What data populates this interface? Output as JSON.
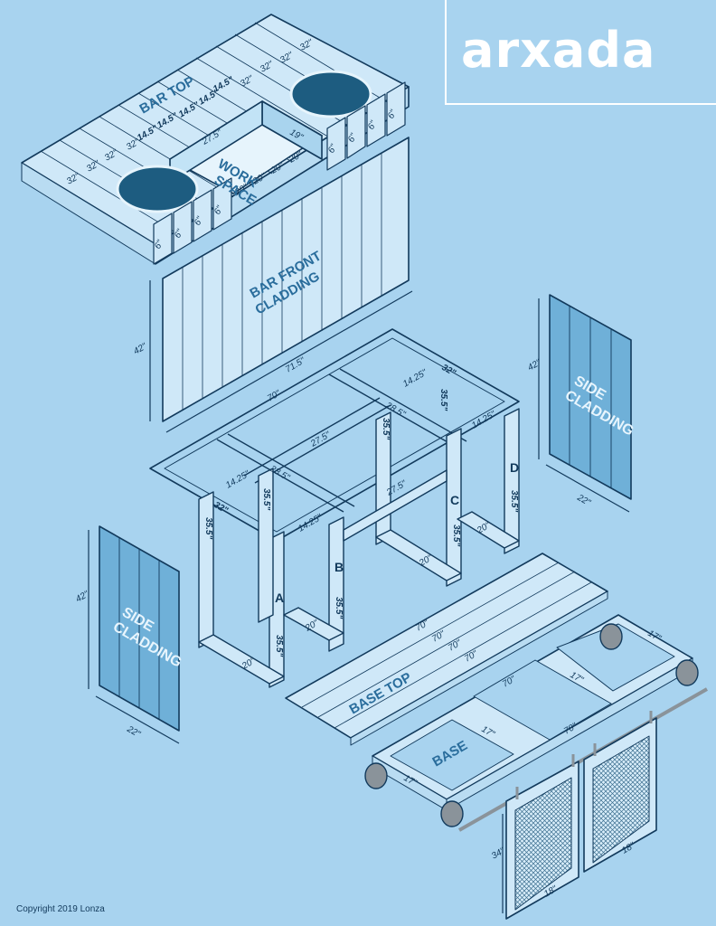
{
  "brand": {
    "logo_text": "arxada"
  },
  "copyright": "Copyright 2019 Lonza",
  "colors": {
    "background": "#a8d3ef",
    "panel": "#cfe8f8",
    "line": "#123a5c",
    "hole": "#1d5c80",
    "wheel": "#8a939a"
  },
  "parts": {
    "bar_top": {
      "label_1": "BAR TOP",
      "label_2a": "WORK",
      "label_2b": "SPACE",
      "dims": {
        "d32": "32\"",
        "d14_5": "14.5\"",
        "d27_5": "27.5\"",
        "d19": "19\"",
        "d20": "20\"",
        "d6": "6\""
      }
    },
    "bar_front": {
      "label_a": "BAR FRONT",
      "label_b": "CLADDING",
      "height": "42\"",
      "width": "71.5\""
    },
    "side_cladding_right": {
      "label_a": "SIDE",
      "label_b": "CLADDING",
      "height": "42\"",
      "width": "22\""
    },
    "side_cladding_left": {
      "label_a": "SIDE",
      "label_b": "CLADDING",
      "height": "42\"",
      "width": "22\""
    },
    "frame": {
      "legs": [
        "A",
        "B",
        "C",
        "D"
      ],
      "dims": {
        "d70": "70\"",
        "d32": "32\"",
        "d27_5": "27.5\"",
        "d28_5": "28.5\"",
        "d14_25": "14.25\"",
        "d35_5": "35.5\"",
        "d20": "20\""
      }
    },
    "base_top": {
      "label": "BASE TOP",
      "d70": "70\""
    },
    "base": {
      "label": "BASE",
      "d70": "70\"",
      "d17": "17\""
    },
    "doors": {
      "height": "34\"",
      "width": "18\""
    }
  }
}
